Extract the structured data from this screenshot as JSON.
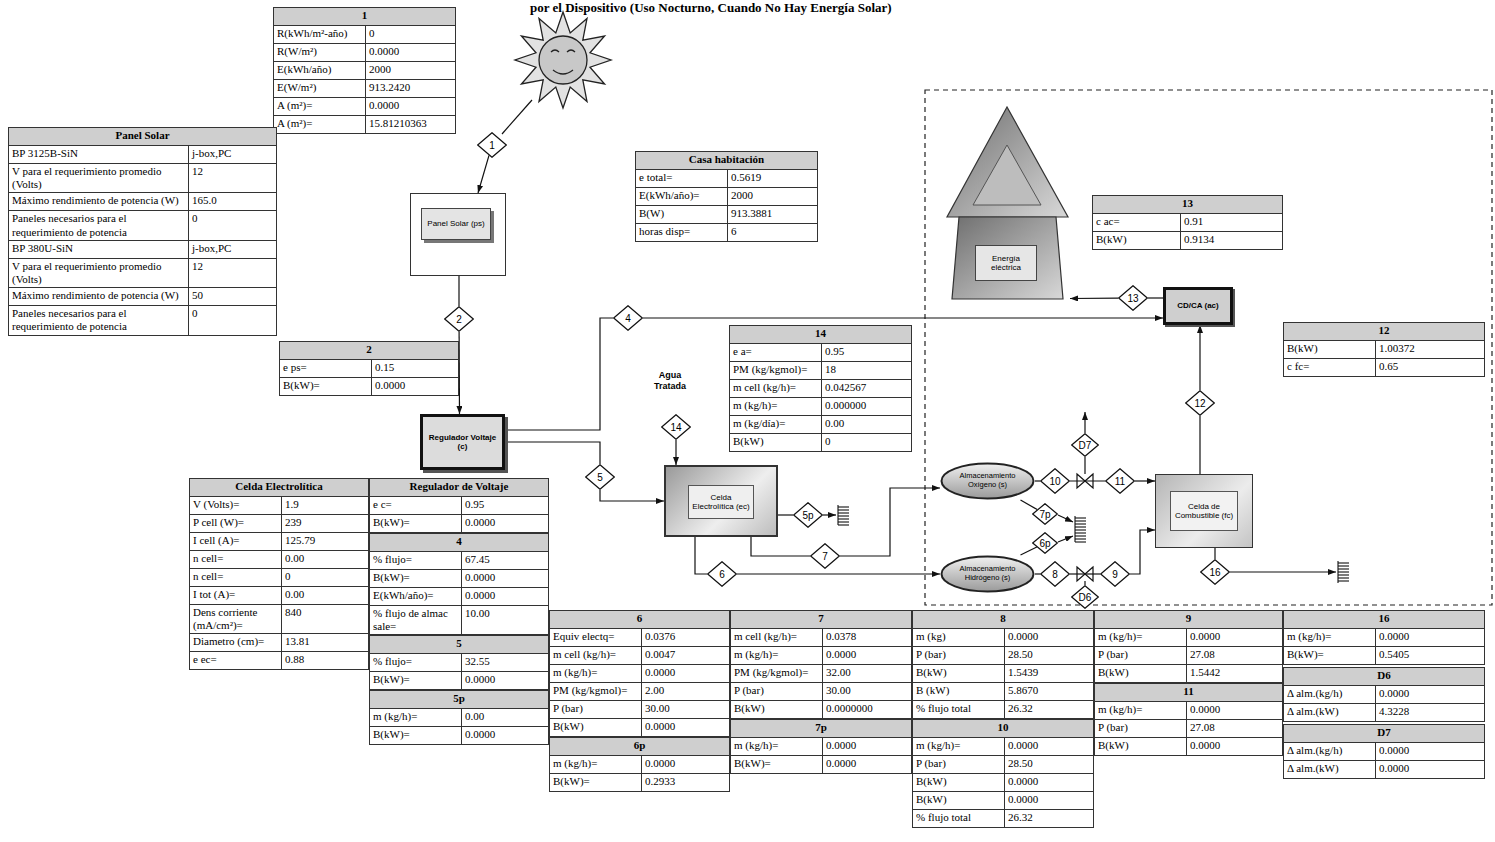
{
  "diagram": {
    "title": "por el Dispositivo (Uso Nocturno, Cuando No Hay Energía Solar)",
    "nodes": [
      {
        "text": [
          "1",
          "R(kWh/m²-año)",
          "0",
          "R(W/m²)",
          "0.0000",
          "E(kWh/año)",
          "2000",
          "E(W/m²)",
          "913.2420",
          "A (m²)=",
          "0.0000",
          "A (m²)=",
          "15.81210363"
        ]
      },
      {
        "text": [
          "Panel Solar",
          "BP 3125B-SiN",
          "j-box,PC",
          "V para el requerimiento promedio (Volts)",
          "12",
          "Máximo rendimiento de potencia (W)",
          "165.0",
          "Paneles necesarios para el requerimiento de potencia",
          "0",
          "BP 380U-SiN",
          "j-box,PC",
          "V para el requerimiento promedio (Volts)",
          "12",
          "Máximo rendimiento de potencia (W)",
          "50",
          "Paneles necesarios para el requerimiento de potencia",
          "0"
        ]
      },
      {
        "text": [
          "1"
        ]
      },
      {
        "text": [
          "Panel Solar (ps)"
        ]
      },
      {
        "text": [
          "Casa habitación",
          "e total=",
          "0.5619",
          "E(kWh/año)=",
          "2000",
          "B(W)",
          "913.3881",
          "horas disp=",
          "6"
        ]
      },
      {
        "text": [
          "Energía eléctrica"
        ]
      },
      {
        "text": [
          "13",
          "c ac=",
          "0.91",
          "B(kW)",
          "0.9134"
        ]
      },
      {
        "text": [
          "CD/CA (ac)"
        ]
      },
      {
        "text": [
          "13"
        ]
      },
      {
        "text": [
          "4"
        ]
      },
      {
        "text": [
          "14",
          "e a=",
          "0.95",
          "PM (kg/kgmol)=",
          "18",
          "m cell (kg/h)=",
          "0.042567",
          "m (kg/h)=",
          "0.000000",
          "m (kg/día)=",
          "0.00",
          "B(kW)",
          "0"
        ]
      },
      {
        "text": [
          "12",
          "B(kW)",
          "1.00372",
          "c fc=",
          "0.65"
        ]
      },
      {
        "text": [
          "2"
        ]
      },
      {
        "text": [
          "2",
          "e ps=",
          "0.15",
          "B(kW)=",
          "0.0000"
        ]
      },
      {
        "text": [
          "Regulador Voltaje (c)"
        ]
      },
      {
        "text": [
          "12"
        ]
      },
      {
        "text": [
          "14"
        ]
      },
      {
        "text": [
          "5"
        ]
      },
      {
        "text": [
          "Celda Electrolítica (ec)"
        ]
      },
      {
        "text": [
          "5p"
        ]
      },
      {
        "text": [
          "Almacenamiento Oxígeno (s)"
        ]
      },
      {
        "text": [
          "D7"
        ]
      },
      {
        "text": [
          "10"
        ]
      },
      {
        "text": [
          "11"
        ]
      },
      {
        "text": [
          "Celda de Combustible (fc)"
        ]
      },
      {
        "text": [
          "7p"
        ]
      },
      {
        "text": [
          "6p"
        ]
      },
      {
        "text": [
          "9"
        ]
      },
      {
        "text": [
          "7"
        ]
      },
      {
        "text": [
          "Almacenamiento Hidrógeno (s)"
        ]
      },
      {
        "text": [
          "8"
        ]
      },
      {
        "text": [
          "D6"
        ]
      },
      {
        "text": [
          "6"
        ]
      },
      {
        "text": [
          "16"
        ]
      },
      {
        "text": [
          "Celda Electrolítica",
          "V (Volts)=",
          "1.9",
          "P cell (W)=",
          "239",
          "I cell (A)=",
          "125.79",
          "n cell=",
          "0.00",
          "n cell=",
          "0",
          "I tot (A)=",
          "0.00",
          "Dens corriente (mA/cm²)=",
          "840",
          "Diametro (cm)=",
          "13.81",
          "e ec=",
          "0.88"
        ]
      },
      {
        "text": [
          "Regulador de Voltaje",
          "e c=",
          "0.95",
          "B(kW)=",
          "0.0000"
        ]
      },
      {
        "text": [
          "4",
          "% flujo=",
          "67.45",
          "B(kW)=",
          "0.0000",
          "E(kWh/año)=",
          "0.0000",
          "% flujo de almac sale=",
          "10.00"
        ]
      },
      {
        "text": [
          "5",
          "% flujo=",
          "32.55",
          "B(kW)=",
          "0.0000"
        ]
      },
      {
        "text": [
          "5p",
          "m (kg/h)=",
          "0.00",
          "B(kW)=",
          "0.0000"
        ]
      },
      {
        "text": [
          "6",
          "Equiv electq=",
          "0.0376",
          "m cell (kg/h)=",
          "0.0047",
          "m (kg/h)=",
          "0.0000",
          "PM (kg/kgmol)=",
          "2.00",
          "P (bar)",
          "30.00",
          "B(kW)",
          "0.0000"
        ]
      },
      {
        "text": [
          "6p",
          "m (kg/h)=",
          "0.0000",
          "B(kW)=",
          "0.2933"
        ]
      },
      {
        "text": [
          "7",
          "m cell (kg/h)=",
          "0.0378",
          "m (kg/h)=",
          "0.0000",
          "PM (kg/kgmol)=",
          "32.00",
          "P (bar)",
          "30.00",
          "B(kW)",
          "0.0000000"
        ]
      },
      {
        "text": [
          "7p",
          "m (kg/h)=",
          "0.0000",
          "B(kW)=",
          "0.0000"
        ]
      },
      {
        "text": [
          "8",
          "m (kg)",
          "0.0000",
          "P (bar)",
          "28.50",
          "B(kW)",
          "1.5439",
          "B (kW)",
          "5.8670",
          "% flujo total",
          "26.32"
        ]
      },
      {
        "text": [
          "10",
          "m (kg/h)=",
          "0.0000",
          "P (bar)",
          "28.50",
          "B(kW)",
          "0.0000",
          "B(kW)",
          "0.0000",
          "% flujo total",
          "26.32"
        ]
      },
      {
        "text": [
          "9",
          "m (kg/h)=",
          "0.0000",
          "P (bar)",
          "27.08",
          "B(kW)",
          "1.5442"
        ]
      },
      {
        "text": [
          "11",
          "m (kg/h)=",
          "0.0000",
          "P (bar)",
          "27.08",
          "B(kW)",
          "0.0000"
        ]
      },
      {
        "text": [
          "16",
          "m (kg/h)=",
          "0.0000",
          "B(kW)=",
          "0.5405"
        ]
      },
      {
        "text": [
          "D6",
          "Δ alm.(kg/h)",
          "0.0000",
          "Δ alm.(kW)",
          "4.3228"
        ]
      },
      {
        "text": [
          "D7",
          "Δ alm.(kg/h)",
          "0.0000",
          "Δ alm.(kW)",
          "0.0000"
        ]
      }
    ],
    "edges": [
      {
        "from": 2,
        "to": 3,
        "arrow": "to"
      },
      {
        "from": 3,
        "to": 12,
        "arrow": "none"
      },
      {
        "from": 12,
        "to": 14,
        "arrow": "to"
      },
      {
        "from": 14,
        "to": 9,
        "arrow": "none"
      },
      {
        "from": 9,
        "to": 7,
        "arrow": "to"
      },
      {
        "from": 14,
        "to": 17,
        "arrow": "none"
      },
      {
        "from": 17,
        "to": 18,
        "arrow": "to"
      },
      {
        "from": 16,
        "to": 18,
        "arrow": "to"
      },
      {
        "from": 18,
        "to": 19,
        "arrow": "none"
      },
      {
        "from": 18,
        "to": 28,
        "arrow": "none"
      },
      {
        "from": 28,
        "to": 20,
        "arrow": "to"
      },
      {
        "from": 18,
        "to": 32,
        "arrow": "none"
      },
      {
        "from": 32,
        "to": 29,
        "arrow": "to"
      },
      {
        "from": 20,
        "to": 22,
        "arrow": "none"
      },
      {
        "from": 22,
        "to": 23,
        "arrow": "none"
      },
      {
        "from": 23,
        "to": 24,
        "arrow": "to"
      },
      {
        "from": 29,
        "to": 30,
        "arrow": "none"
      },
      {
        "from": 30,
        "to": 27,
        "arrow": "none"
      },
      {
        "from": 27,
        "to": 24,
        "arrow": "to"
      },
      {
        "from": 20,
        "to": 25,
        "arrow": "none"
      },
      {
        "from": 29,
        "to": 26,
        "arrow": "none"
      },
      {
        "from": 24,
        "to": 15,
        "arrow": "none"
      },
      {
        "from": 15,
        "to": 7,
        "arrow": "to"
      },
      {
        "from": 7,
        "to": 8,
        "arrow": "none"
      },
      {
        "from": 8,
        "to": 5,
        "arrow": "to"
      },
      {
        "from": 24,
        "to": 33,
        "arrow": "none"
      }
    ],
    "labels": [
      "Agua Tratada"
    ]
  }
}
